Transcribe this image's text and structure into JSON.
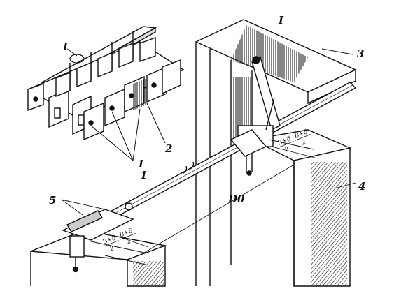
{
  "diagram": {
    "labels": {
      "view_mark_top": "I",
      "view_mark_left": "I",
      "label_1_a": "1",
      "label_1_b": "1",
      "label_2": "2",
      "label_3": "3",
      "label_4": "4",
      "label_5": "5",
      "span": "D0"
    },
    "dimension_fraction": {
      "numerator": "B+δ",
      "denominator": "2"
    }
  }
}
